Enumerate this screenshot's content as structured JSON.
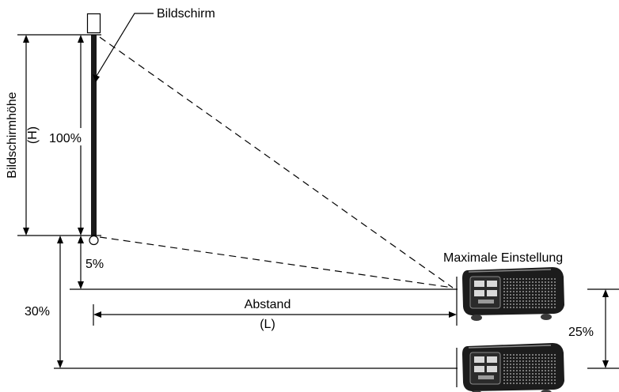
{
  "labels": {
    "screen": "Bildschirm",
    "screen_height": "Bildschirmhöhe",
    "height_symbol": "(H)",
    "hundred_percent": "100%",
    "five_percent": "5%",
    "thirty_percent": "30%",
    "max_setting": "Maximale Einstellung",
    "distance": "Abstand",
    "distance_symbol": "(L)",
    "twentyfive_percent": "25%"
  },
  "colors": {
    "line": "#000000",
    "screen_bar": "#1a1a1a",
    "projector_body": "#1c1c1c",
    "projector_highlight": "#8a8a8a"
  }
}
